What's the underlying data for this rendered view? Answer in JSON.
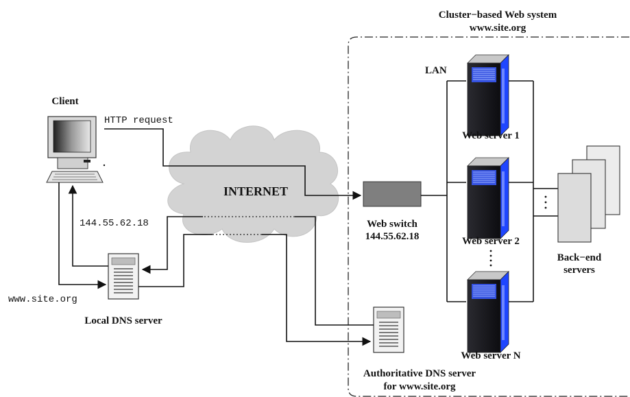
{
  "cluster": {
    "title": "Cluster−based Web system",
    "site": "www.site.org",
    "lan": "LAN"
  },
  "client": {
    "label": "Client",
    "request": "HTTP request",
    "ip_reply": "144.55.62.18",
    "query": "www.site.org"
  },
  "internet": {
    "label": "INTERNET"
  },
  "local_dns": {
    "label": "Local DNS server"
  },
  "auth_dns": {
    "label_line1": "Authoritative DNS server",
    "label_line2": "for www.site.org"
  },
  "web_switch": {
    "label": "Web switch",
    "ip": "144.55.62.18"
  },
  "servers": [
    {
      "label": "Web server 1"
    },
    {
      "label": "Web server 2"
    },
    {
      "label": "Web server N"
    }
  ],
  "backend": {
    "label_line1": "Back−end",
    "label_line2": "servers"
  },
  "colors": {
    "cloud": "#d3d3d3",
    "switch": "#7f7f7f",
    "server_blue": "#2a4cff",
    "server_dark": "#121218"
  }
}
